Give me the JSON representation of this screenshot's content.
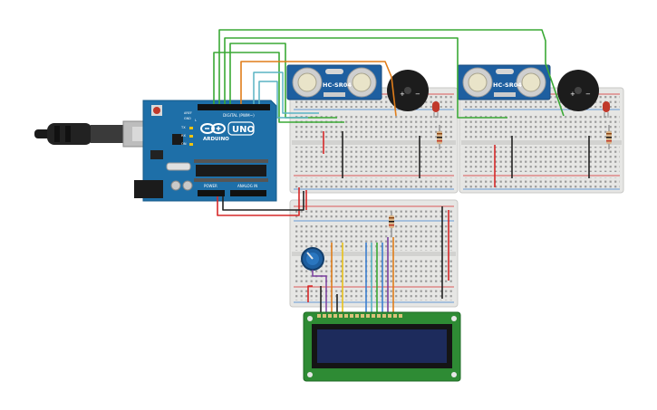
{
  "arduino": {
    "brand": "ARDUINO",
    "model": "UNO",
    "digital_label": "DIGITAL (PWM~)",
    "analog_label": "ANALOG IN",
    "power_label": "POWER",
    "tx_label": "TX",
    "rx_label": "RX",
    "on_label": "ON",
    "l_label": "L",
    "aref_label": "AREF",
    "gnd_label": "GND"
  },
  "sensors": [
    {
      "label": "HC-SR04"
    },
    {
      "label": "HC-SR04"
    }
  ],
  "buzzers": [
    {
      "plus": "+",
      "minus": "−"
    },
    {
      "plus": "+",
      "minus": "−"
    }
  ],
  "colors": {
    "board": "#1e6fa8",
    "breadboard": "#e6e6e4",
    "wire_green": "#3aa935",
    "wire_orange": "#e07d1a",
    "wire_teal": "#5ab3c4",
    "wire_red": "#d62828",
    "wire_black": "#222222",
    "wire_purple": "#7b3fa0",
    "wire_yellow": "#e8c21a",
    "wire_blue": "#3b7fd1",
    "lcd_body": "#2e8b34",
    "lcd_screen": "#1d2b5c"
  }
}
